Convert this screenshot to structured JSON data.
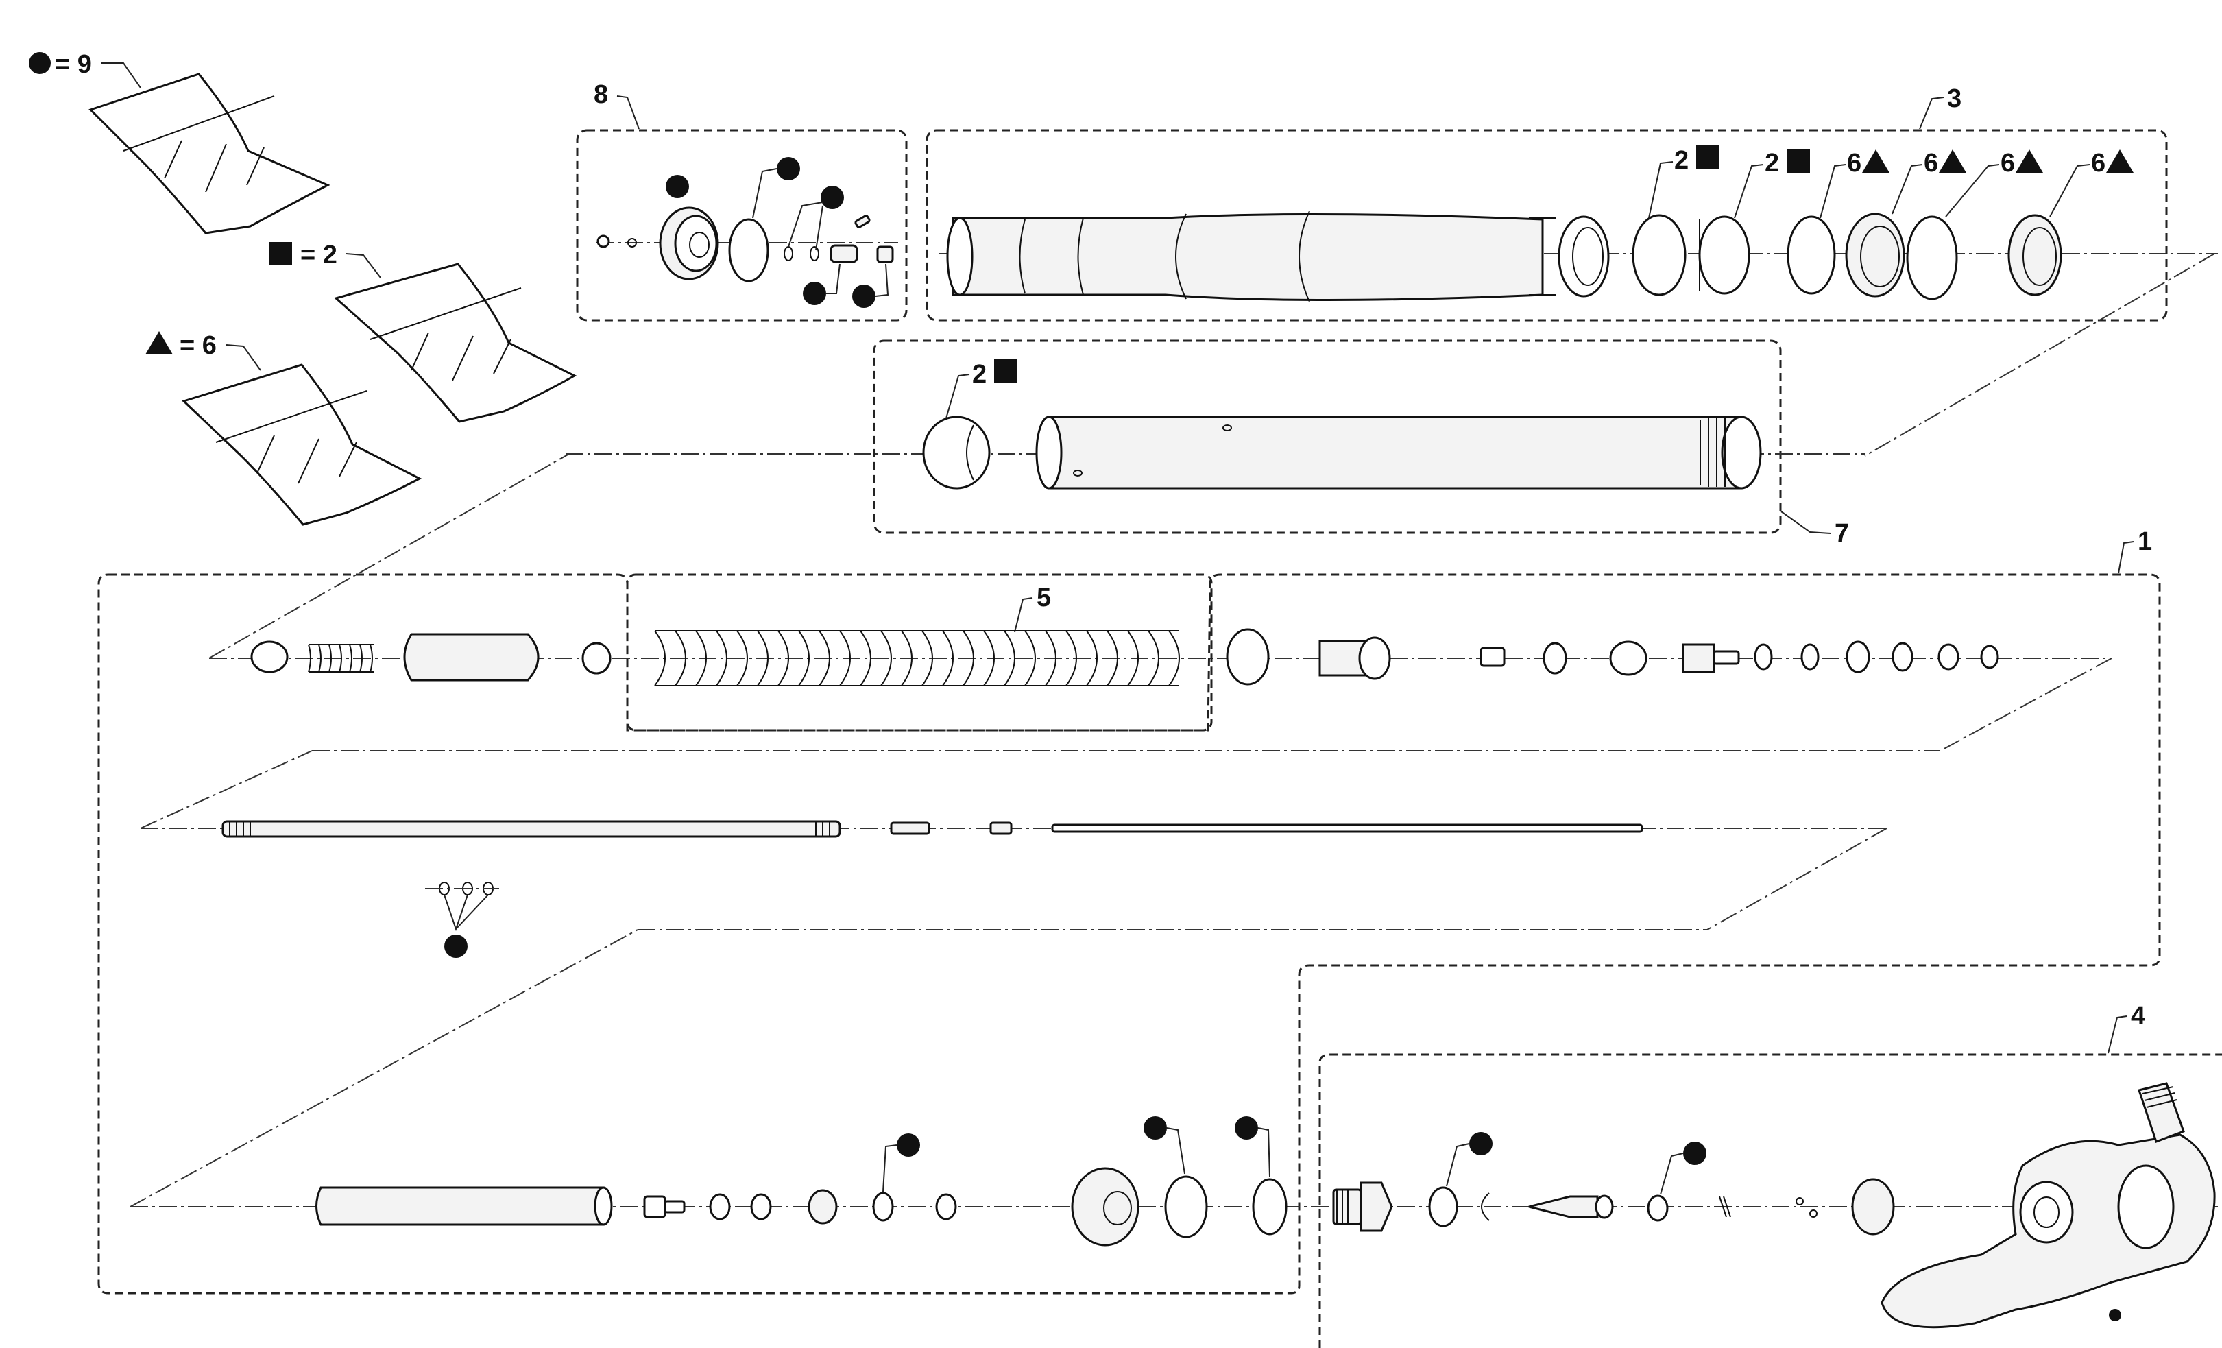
{
  "legend": {
    "circle": {
      "symbol": "filled-circle",
      "label": "= 9"
    },
    "square": {
      "symbol": "filled-square",
      "label": "= 2"
    },
    "triangle": {
      "symbol": "filled-triangle",
      "label": "= 6"
    }
  },
  "groups": {
    "g1": "1",
    "g3": "3",
    "g4": "4",
    "g5": "5",
    "g7": "7",
    "g8": "8"
  },
  "callouts": {
    "two": "2",
    "six": "6"
  },
  "colors": {
    "ink": "#111111",
    "background": "#ffffff"
  }
}
